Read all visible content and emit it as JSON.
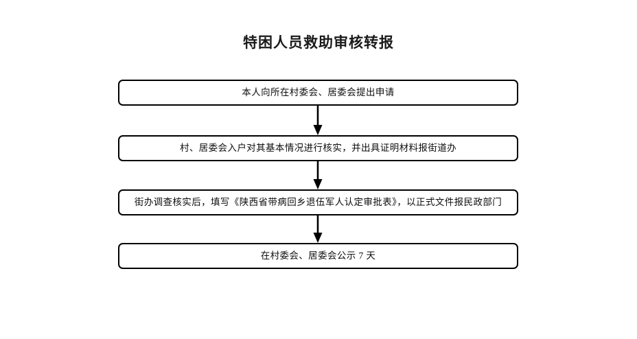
{
  "title": "特困人员救助审核转报",
  "colors": {
    "background": "#ffffff",
    "stroke": "#000000",
    "text": "#0d0d0d"
  },
  "flow": {
    "orientation": "vertical",
    "nodes": [
      {
        "id": "step-1",
        "label": "本人向所在村委会、居委会提出申请"
      },
      {
        "id": "step-2",
        "label": "村、居委会入户对其基本情况进行核实，并出具证明材料报街道办"
      },
      {
        "id": "step-3",
        "label": "街办调查核实后，填写《陕西省带病回乡退伍军人认定审批表》，以正式文件报民政部门"
      },
      {
        "id": "step-4",
        "label": "在村委会、居委会公示 7 天"
      }
    ],
    "connectors": [
      {
        "id": "arrow-1",
        "from": "step-1",
        "to": "step-2",
        "shape": "down-arrow"
      },
      {
        "id": "arrow-2",
        "from": "step-2",
        "to": "step-3",
        "shape": "down-arrow"
      },
      {
        "id": "arrow-3",
        "from": "step-3",
        "to": "step-4",
        "shape": "down-arrow"
      }
    ]
  }
}
